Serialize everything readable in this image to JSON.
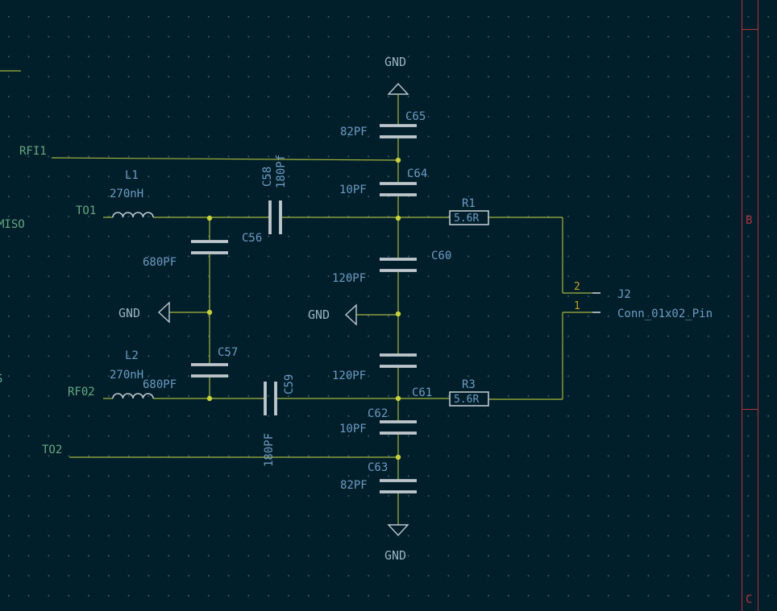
{
  "colors": {
    "background": "#001f2b",
    "wire": "#a8b63a",
    "junction": "#c8d03a",
    "component_body": "#bfc7cc",
    "reference_text": "#6f9ac0",
    "value_text": "#6f9ac0",
    "net_label_text": "#68a880",
    "power_text": "#9ab0c0",
    "pin_number_text": "#c8a020",
    "border": "#b8323a",
    "grid_dot": "#4a6570"
  },
  "net_labels": {
    "rfi1": "RFI1",
    "to1": "TO1",
    "miso": "MISO",
    "rf02": "RF02",
    "to2": "TO2",
    "s": "S"
  },
  "power": {
    "gnd_top": "GND",
    "gnd_left": "GND",
    "gnd_mid": "GND",
    "gnd_bottom": "GND"
  },
  "components": {
    "c65": {
      "ref": "C65",
      "value": "82PF"
    },
    "c64": {
      "ref": "C64",
      "value": "10PF"
    },
    "c58": {
      "ref": "C58",
      "value": "180Pf"
    },
    "c56": {
      "ref": "C56",
      "value": "680PF"
    },
    "c60": {
      "ref": "C60",
      "value": "120PF"
    },
    "c57": {
      "ref": "C57",
      "value": "680PF"
    },
    "c61": {
      "ref": "C61",
      "value": "120PF"
    },
    "c59": {
      "ref": "C59",
      "value": "180PF"
    },
    "c62": {
      "ref": "C62",
      "value": "10PF"
    },
    "c63": {
      "ref": "C63",
      "value": "82PF"
    },
    "l1": {
      "ref": "L1",
      "value": "270nH"
    },
    "l2": {
      "ref": "L2",
      "value": "270nH"
    },
    "r1": {
      "ref": "R1",
      "value": "5.6R"
    },
    "r3": {
      "ref": "R3",
      "value": "5.6R"
    },
    "j2": {
      "ref": "J2",
      "value": "Conn_01x02_Pin",
      "pin_top": "2",
      "pin_bottom": "1"
    }
  },
  "border_zones": {
    "b": "B",
    "c": "C"
  }
}
